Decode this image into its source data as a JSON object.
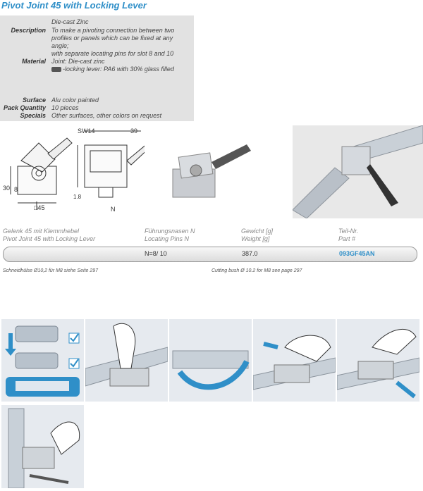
{
  "title": "Pivot Joint 45 with Locking Lever",
  "spec": {
    "header_value": "Die-cast Zinc",
    "description_label": "Description",
    "description_lines": [
      "To make a pivoting connection between two",
      "profiles or panels which can be fixed at any",
      "angle;",
      "with separate locating pins for slot 8 and 10"
    ],
    "material_label": "Material",
    "material_lines": [
      "Joint: Die-cast zinc",
      "-locking lever: PA6 with 30% glass filled"
    ],
    "surface_label": "Surface",
    "surface_value": "Alu color painted",
    "pack_label": "Pack Quantity",
    "pack_value": "10 pieces",
    "specials_label": "Specials",
    "specials_value": "Other surfaces, other colors on request"
  },
  "drawing": {
    "sw": "SW14",
    "dim_39": "39",
    "dim_30": "30",
    "dim_8": "8",
    "dim_18": "1.8",
    "dim_45": "□45",
    "n_label": "N"
  },
  "table": {
    "col1_de": "Gelenk 45 mit Klemmhebel",
    "col1_en": "Pivot Joint 45 with Locking Lever",
    "col2_de": "Führungsnasen N",
    "col2_en": "Locating Pins N",
    "col3_de": "Gewicht [g]",
    "col3_en": "Weight [g]",
    "col4_de": "Teil-Nr.",
    "col4_en": "Part #",
    "row": {
      "pins": "N=8/ 10",
      "weight": "387.0",
      "part": "093GF45AN"
    }
  },
  "footnotes": {
    "left": "Schneidhülse Ø10,2 für M8 siehe Seite 297",
    "right": "Cutting bush Ø 10.2 for M8 see page 297"
  },
  "colors": {
    "accent": "#2f8fc8",
    "panel_bg": "#e6eaef",
    "check": "#2f8fc8"
  },
  "icons": [
    "check-icon",
    "arrow-down-icon",
    "arrow-rotate-icon"
  ]
}
